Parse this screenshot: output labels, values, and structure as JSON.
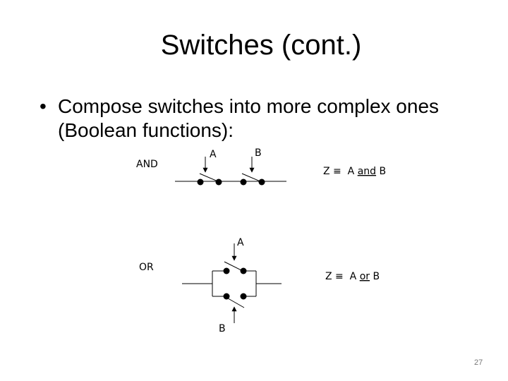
{
  "slide": {
    "title": "Switches (cont.)",
    "bullet_symbol": "•",
    "bullet_line1": "Compose switches into more complex ones",
    "bullet_line2": "(Boolean functions):",
    "page_number": "27"
  },
  "and_circuit": {
    "label": "AND",
    "switch_a": "A",
    "switch_b": "B",
    "eq_prefix": "Z ≡  A ",
    "eq_op": "and",
    "eq_suffix": " B"
  },
  "or_circuit": {
    "label": "OR",
    "switch_a": "A",
    "switch_b": "B",
    "eq_prefix": "Z ≡  A ",
    "eq_op": "or",
    "eq_suffix": " B"
  }
}
